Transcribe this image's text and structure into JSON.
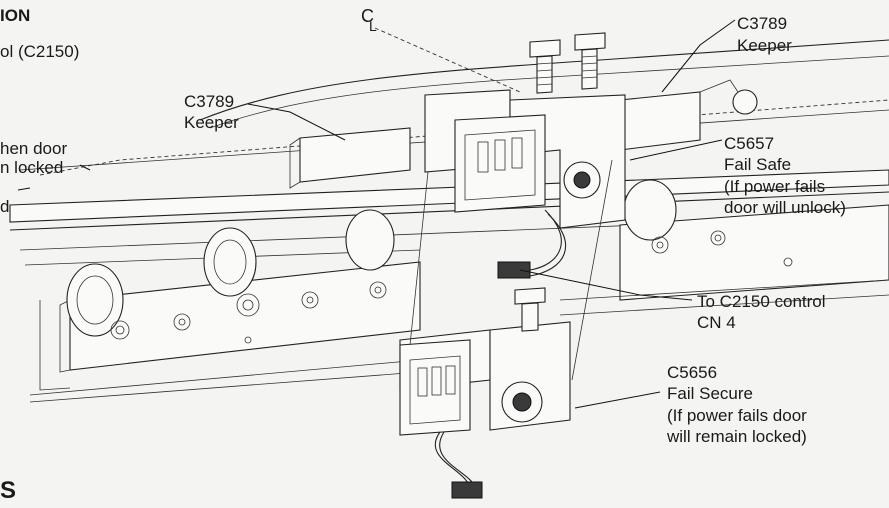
{
  "left_fragments": {
    "heading": "ION",
    "line1": "ol (C2150)",
    "line2": "hen door",
    "line3": "n locked",
    "line4": "d",
    "footer": "S"
  },
  "centerline": {
    "symbol": "C",
    "sub": "L"
  },
  "labels": {
    "keeper_right": [
      "C3789",
      "Keeper"
    ],
    "keeper_left": [
      "C3789",
      "Keeper"
    ],
    "fail_safe": [
      "C5657",
      "Fail Safe",
      "(If power fails",
      "door will unlock)"
    ],
    "control": [
      "To C2150 control",
      "CN 4"
    ],
    "fail_secure": [
      "C5656",
      "Fail Secure",
      "(If power fails door",
      "will remain locked)"
    ]
  }
}
